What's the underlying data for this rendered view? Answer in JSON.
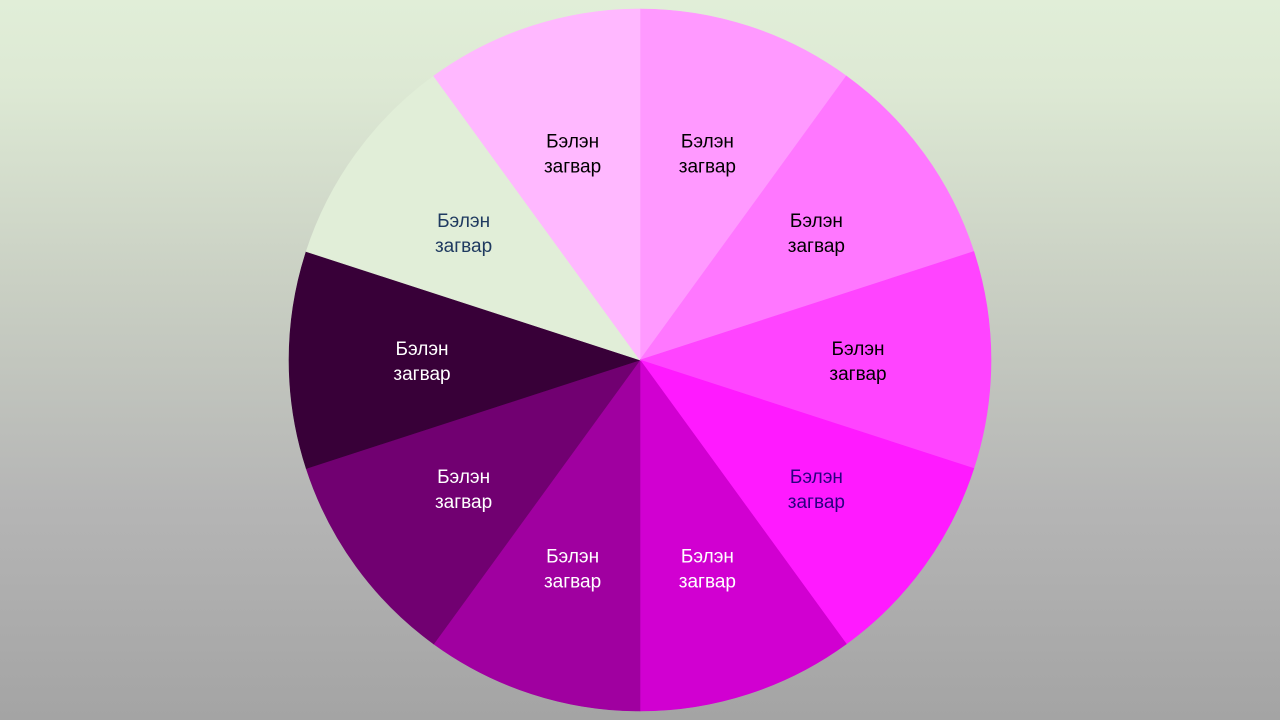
{
  "diagram": {
    "segments": [
      {
        "line1": "Бэлэн",
        "line2": "загвар",
        "fill": "#ff99ff",
        "text_color": "#000000"
      },
      {
        "line1": "Бэлэн",
        "line2": "загвар",
        "fill": "#ff77ff",
        "text_color": "#000000"
      },
      {
        "line1": "Бэлэн",
        "line2": "загвар",
        "fill": "#ff44ff",
        "text_color": "#000000"
      },
      {
        "line1": "Бэлэн",
        "line2": "загвар",
        "fill": "#ff1aff",
        "text_color": "#2a0080"
      },
      {
        "line1": "Бэлэн",
        "line2": "загвар",
        "fill": "#d100d1",
        "text_color": "#ffffff"
      },
      {
        "line1": "Бэлэн",
        "line2": "загвар",
        "fill": "#a000a0",
        "text_color": "#ffffff"
      },
      {
        "line1": "Бэлэн",
        "line2": "загвар",
        "fill": "#710071",
        "text_color": "#ffffff"
      },
      {
        "line1": "Бэлэн",
        "line2": "загвар",
        "fill": "#380038",
        "text_color": "#ffffff"
      },
      {
        "line1": "Бэлэн",
        "line2": "загвар",
        "fill": "#e1eed8",
        "text_color": "#1f3a60"
      },
      {
        "line1": "Бэлэн",
        "line2": "загвар",
        "fill": "#ffb8ff",
        "text_color": "#000000"
      }
    ]
  }
}
